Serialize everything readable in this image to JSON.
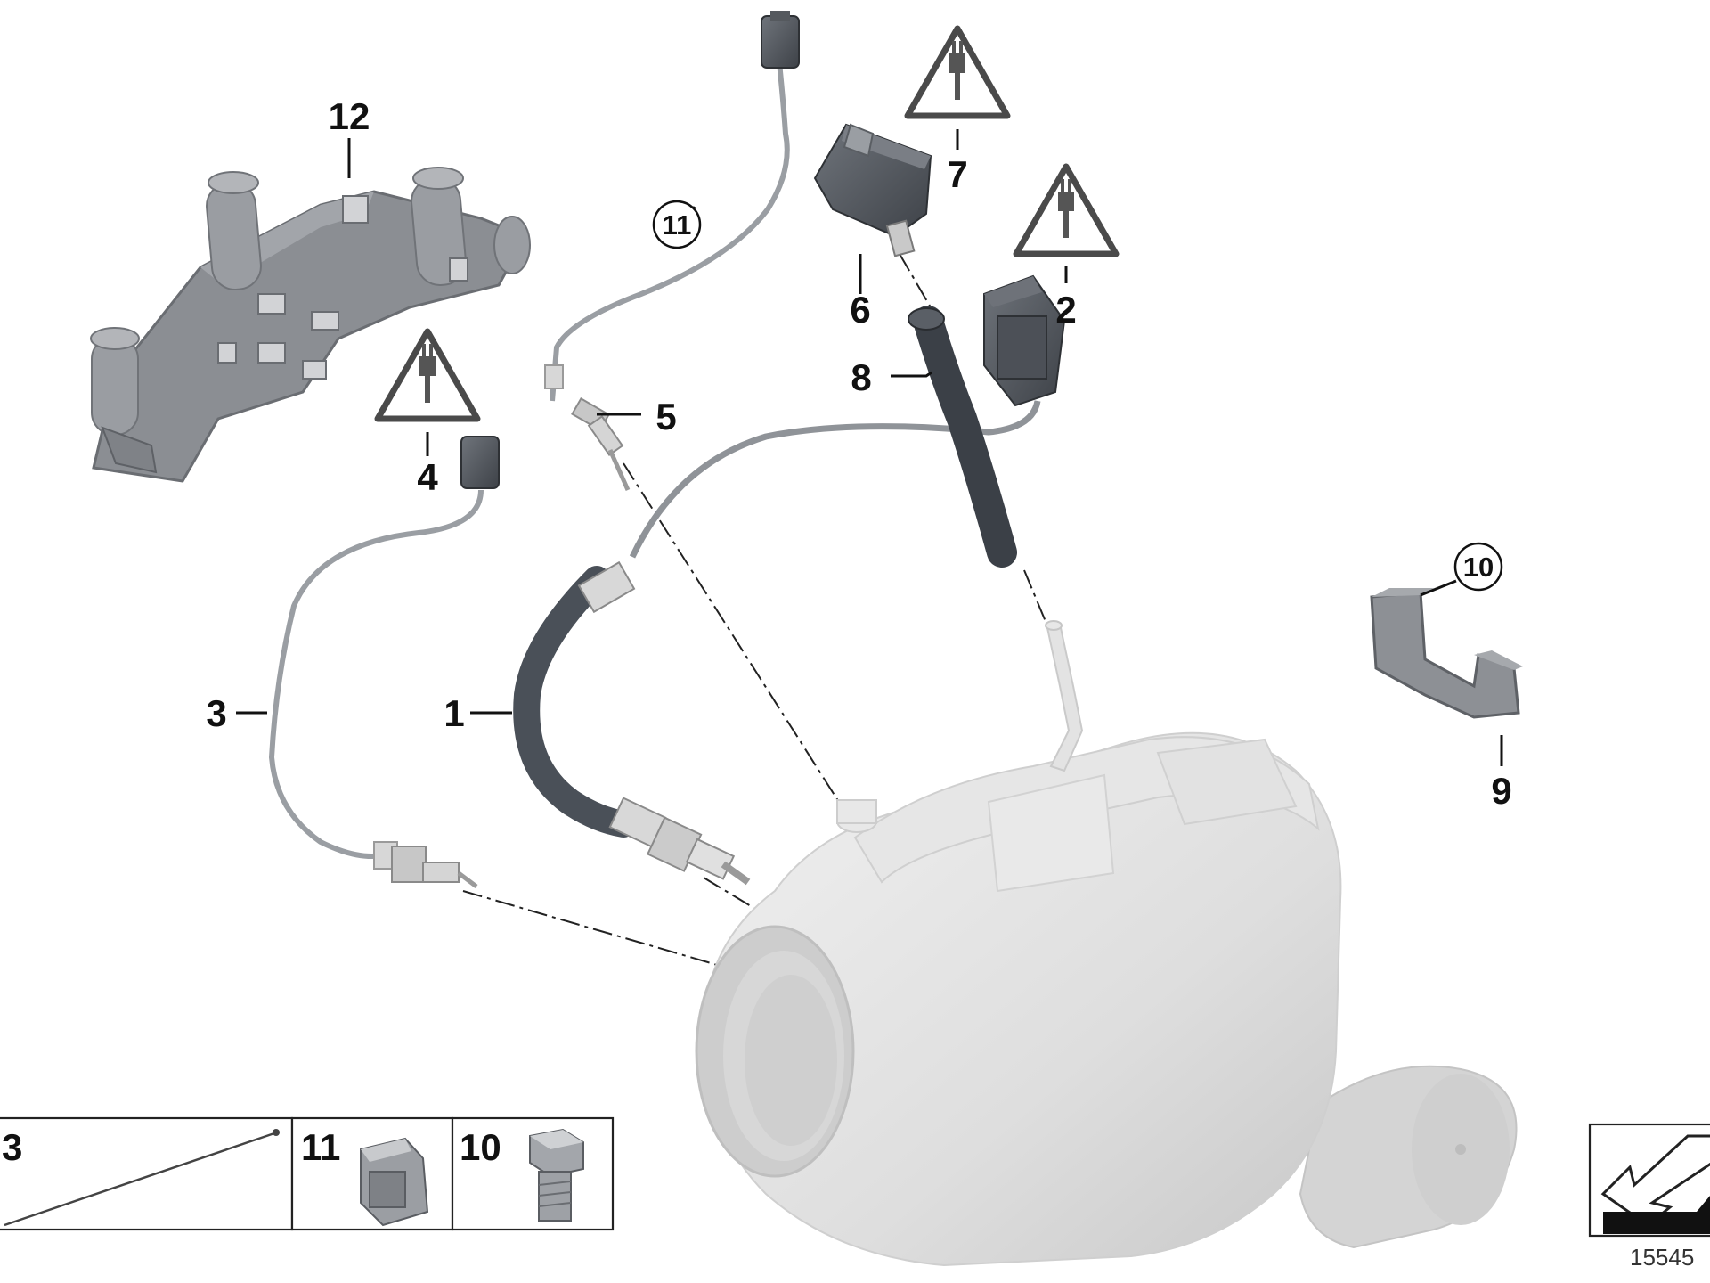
{
  "diagram": {
    "callouts": {
      "c1": "1",
      "c2": "2",
      "c3": "3",
      "c4": "4",
      "c5": "5",
      "c6": "6",
      "c7": "7",
      "c8": "8",
      "c9": "9",
      "c10": "10",
      "c11": "11",
      "c12": "12"
    },
    "legend": {
      "l3": "3",
      "l11": "11",
      "l10": "10"
    },
    "reference_number": "15545",
    "icons": [
      "warning-plug-icon",
      "diesel-particulate-filter",
      "pressure-sensor",
      "sensor-connector",
      "clip-nut",
      "hex-bolt",
      "bracket",
      "view-direction-icon"
    ],
    "colors": {
      "part_light": "#dcdcdc",
      "part_dark": "#5a5f66",
      "line": "#111111"
    }
  }
}
